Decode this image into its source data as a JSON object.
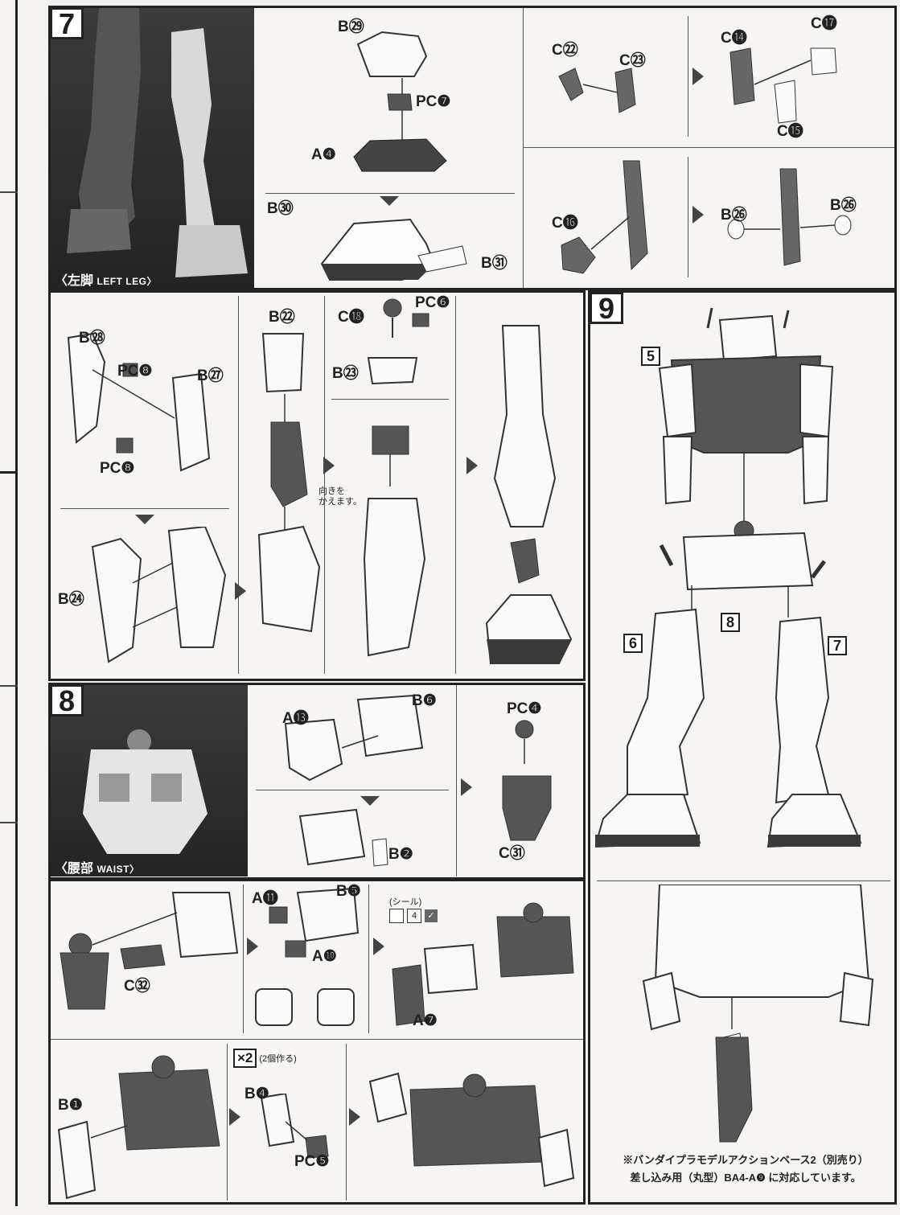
{
  "steps": {
    "s7": {
      "num": "7",
      "cap_jp": "〈左脚",
      "cap_en": "LEFT LEG〉"
    },
    "s8": {
      "num": "8",
      "cap_jp": "〈腰部",
      "cap_en": "WAIST〉"
    },
    "s9": {
      "num": "9"
    }
  },
  "labels": {
    "b29": "B㉙",
    "pc7": "PC❼",
    "a4": "A❹",
    "b30": "B㉚",
    "b31": "B㉛",
    "c22": "C㉒",
    "c23": "C㉓",
    "c14": "C⓮",
    "c17": "C⓱",
    "c15": "C⓯",
    "c16": "C⓰",
    "b26a": "B㉖",
    "b26b": "B㉖",
    "b28": "B㉘",
    "pc8a": "PC❽",
    "b27": "B㉗",
    "pc8b": "PC❽",
    "b24": "B㉔",
    "b22": "B㉒",
    "c18": "C⓲",
    "pc6": "PC❻",
    "b23": "B㉓",
    "a13": "A⓭",
    "b6": "B❻",
    "pc4": "PC❹",
    "b2": "B❷",
    "c31": "C㉛",
    "c32": "C㉜",
    "a11": "A⓫",
    "b5": "B❺",
    "a10": "A❿",
    "a7": "A❼",
    "b1": "B❶",
    "b4": "B❹",
    "pc5": "PC❺"
  },
  "notes": {
    "turn": "向きを",
    "turn2": "かえます。",
    "seal": "(シール)",
    "seal_num": "4",
    "times2": "×2",
    "times2_note": "(2個作る)",
    "base_note1": "※バンダイプラモデルアクションベース2（別売り）",
    "base_note2": "差し込み用（丸型）BA4-A❾ に対応しています。"
  },
  "subassembly_numbers": {
    "n5": "5",
    "n6": "6",
    "n7": "7",
    "n8": "8"
  }
}
